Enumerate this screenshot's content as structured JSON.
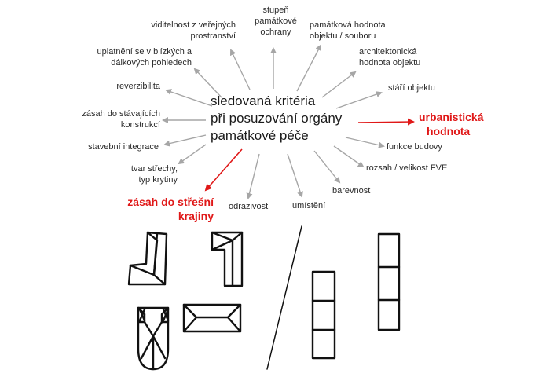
{
  "center": {
    "lines": [
      "sledovaná kritéria",
      "při posuzování orgány",
      "památkové péče"
    ]
  },
  "criteria": {
    "stupen": [
      "stupeň",
      "památkové",
      "ochrany"
    ],
    "hodnota_objektu": [
      "památková hodnota",
      "objektu / souboru"
    ],
    "architektonicka": [
      "architektonická",
      "hodnota objektu"
    ],
    "stari": [
      "stáří objektu"
    ],
    "urbanisticka": [
      "urbanistická",
      "hodnota"
    ],
    "funkce": [
      "funkce budovy"
    ],
    "rozsah": [
      "rozsah / velikost FVE"
    ],
    "barevnost": [
      "barevnost"
    ],
    "umisteni": [
      "umístění"
    ],
    "odrazivost": [
      "odrazivost"
    ],
    "zasah_strecha": [
      "zásah do střešní",
      "krajiny"
    ],
    "tvar_strechy": [
      "tvar střechy,",
      "typ krytiny"
    ],
    "integrace": [
      "stavební integrace"
    ],
    "zasah_konstrukci": [
      "zásah do stávajících",
      "konstrukcí"
    ],
    "reverzibilita": [
      "reverzibilita"
    ],
    "uplatneni": [
      "uplatnění se v blízkých a",
      "dálkových pohledech"
    ],
    "viditelnost": [
      "viditelnost z veřejných",
      "prostranství"
    ]
  },
  "colors": {
    "arrow_gray": "#a6a6a6",
    "highlight_red": "#e01818",
    "ink": "#111111"
  }
}
